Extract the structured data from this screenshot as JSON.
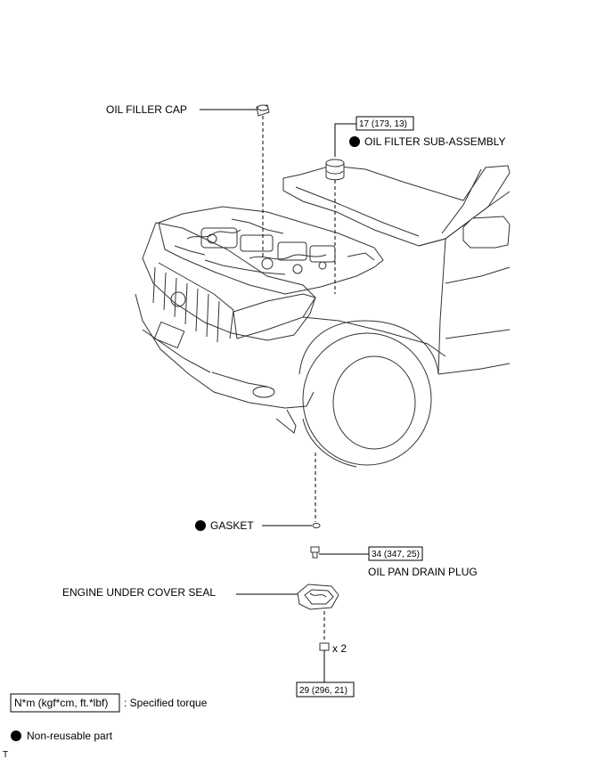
{
  "labels": {
    "oil_filler_cap": "OIL FILLER CAP",
    "oil_filter": "OIL FILTER SUB-ASSEMBLY",
    "gasket": "GASKET",
    "drain_plug": "OIL PAN DRAIN PLUG",
    "under_cover_seal": "ENGINE UNDER COVER SEAL",
    "quantity": "x 2"
  },
  "torques": {
    "oil_filter": "17 (173, 13)",
    "drain_plug": "34 (347, 25)",
    "cover_bolt": "29 (296, 21)"
  },
  "legend": {
    "torque_unit": "N*m (kgf*cm, ft.*lbf)",
    "torque_desc": ": Specified torque",
    "non_reusable": "Non-reusable part"
  },
  "corner_mark": "T"
}
